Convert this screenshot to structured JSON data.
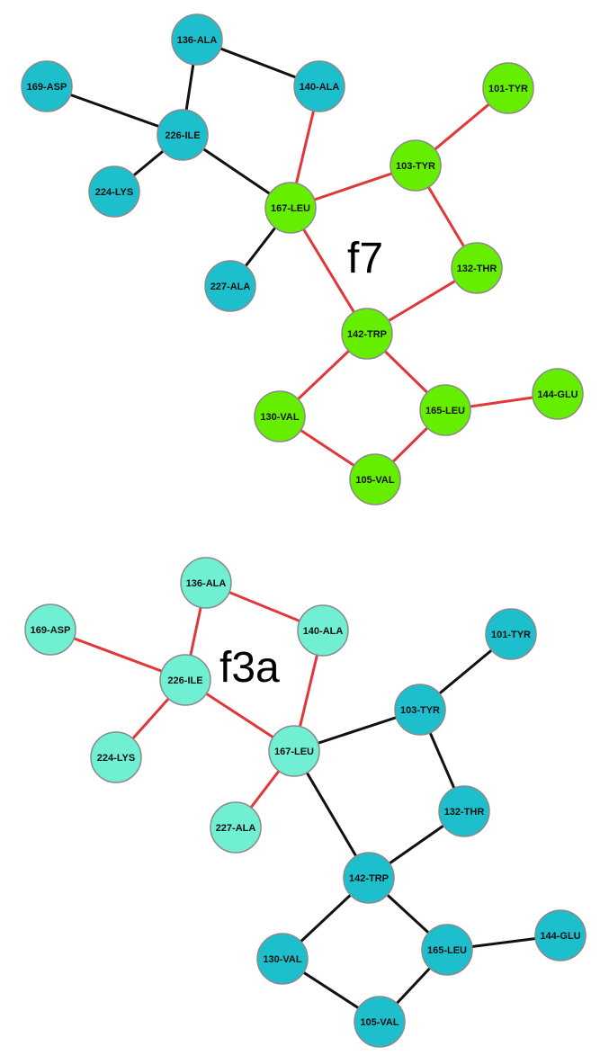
{
  "colors": {
    "teal": "#1ebfcd",
    "green": "#66ee00",
    "aqua": "#70efd3",
    "red_edge": "#e03838",
    "black_edge": "#111111",
    "node_stroke": "#8a8a8a"
  },
  "panels": [
    {
      "label": "f7",
      "nodes": [
        {
          "id": "136-ALA",
          "label": "136-ALA",
          "color": "teal"
        },
        {
          "id": "169-ASP",
          "label": "169-ASP",
          "color": "teal"
        },
        {
          "id": "226-ILE",
          "label": "226-ILE",
          "color": "teal"
        },
        {
          "id": "140-ALA",
          "label": "140-ALA",
          "color": "teal"
        },
        {
          "id": "224-LYS",
          "label": "224-LYS",
          "color": "teal"
        },
        {
          "id": "227-ALA",
          "label": "227-ALA",
          "color": "teal"
        },
        {
          "id": "101-TYR",
          "label": "101-TYR",
          "color": "green"
        },
        {
          "id": "103-TYR",
          "label": "103-TYR",
          "color": "green"
        },
        {
          "id": "167-LEU",
          "label": "167-LEU",
          "color": "green"
        },
        {
          "id": "132-THR",
          "label": "132-THR",
          "color": "green"
        },
        {
          "id": "142-TRP",
          "label": "142-TRP",
          "color": "green"
        },
        {
          "id": "130-VAL",
          "label": "130-VAL",
          "color": "green"
        },
        {
          "id": "165-LEU",
          "label": "165-LEU",
          "color": "green"
        },
        {
          "id": "144-GLU",
          "label": "144-GLU",
          "color": "green"
        },
        {
          "id": "105-VAL",
          "label": "105-VAL",
          "color": "green"
        }
      ],
      "edges": [
        {
          "source": "136-ALA",
          "target": "140-ALA",
          "color": "black_edge"
        },
        {
          "source": "136-ALA",
          "target": "226-ILE",
          "color": "black_edge"
        },
        {
          "source": "169-ASP",
          "target": "226-ILE",
          "color": "black_edge"
        },
        {
          "source": "226-ILE",
          "target": "224-LYS",
          "color": "black_edge"
        },
        {
          "source": "226-ILE",
          "target": "167-LEU",
          "color": "black_edge"
        },
        {
          "source": "227-ALA",
          "target": "167-LEU",
          "color": "black_edge"
        },
        {
          "source": "140-ALA",
          "target": "167-LEU",
          "color": "red_edge"
        },
        {
          "source": "167-LEU",
          "target": "103-TYR",
          "color": "red_edge"
        },
        {
          "source": "103-TYR",
          "target": "101-TYR",
          "color": "red_edge"
        },
        {
          "source": "103-TYR",
          "target": "132-THR",
          "color": "red_edge"
        },
        {
          "source": "167-LEU",
          "target": "142-TRP",
          "color": "red_edge"
        },
        {
          "source": "132-THR",
          "target": "142-TRP",
          "color": "red_edge"
        },
        {
          "source": "142-TRP",
          "target": "130-VAL",
          "color": "red_edge"
        },
        {
          "source": "142-TRP",
          "target": "165-LEU",
          "color": "red_edge"
        },
        {
          "source": "130-VAL",
          "target": "105-VAL",
          "color": "red_edge"
        },
        {
          "source": "105-VAL",
          "target": "165-LEU",
          "color": "red_edge"
        },
        {
          "source": "165-LEU",
          "target": "144-GLU",
          "color": "red_edge"
        }
      ]
    },
    {
      "label": "f3a",
      "nodes": [
        {
          "id": "136-ALA",
          "label": "136-ALA",
          "color": "aqua"
        },
        {
          "id": "169-ASP",
          "label": "169-ASP",
          "color": "aqua"
        },
        {
          "id": "226-ILE",
          "label": "226-ILE",
          "color": "aqua"
        },
        {
          "id": "140-ALA",
          "label": "140-ALA",
          "color": "aqua"
        },
        {
          "id": "224-LYS",
          "label": "224-LYS",
          "color": "aqua"
        },
        {
          "id": "227-ALA",
          "label": "227-ALA",
          "color": "aqua"
        },
        {
          "id": "167-LEU",
          "label": "167-LEU",
          "color": "aqua"
        },
        {
          "id": "101-TYR",
          "label": "101-TYR",
          "color": "teal"
        },
        {
          "id": "103-TYR",
          "label": "103-TYR",
          "color": "teal"
        },
        {
          "id": "132-THR",
          "label": "132-THR",
          "color": "teal"
        },
        {
          "id": "142-TRP",
          "label": "142-TRP",
          "color": "teal"
        },
        {
          "id": "130-VAL",
          "label": "130-VAL",
          "color": "teal"
        },
        {
          "id": "165-LEU",
          "label": "165-LEU",
          "color": "teal"
        },
        {
          "id": "144-GLU",
          "label": "144-GLU",
          "color": "teal"
        },
        {
          "id": "105-VAL",
          "label": "105-VAL",
          "color": "teal"
        }
      ],
      "edges": [
        {
          "source": "136-ALA",
          "target": "140-ALA",
          "color": "red_edge"
        },
        {
          "source": "136-ALA",
          "target": "226-ILE",
          "color": "red_edge"
        },
        {
          "source": "169-ASP",
          "target": "226-ILE",
          "color": "red_edge"
        },
        {
          "source": "226-ILE",
          "target": "224-LYS",
          "color": "red_edge"
        },
        {
          "source": "226-ILE",
          "target": "167-LEU",
          "color": "red_edge"
        },
        {
          "source": "227-ALA",
          "target": "167-LEU",
          "color": "red_edge"
        },
        {
          "source": "140-ALA",
          "target": "167-LEU",
          "color": "red_edge"
        },
        {
          "source": "167-LEU",
          "target": "103-TYR",
          "color": "black_edge"
        },
        {
          "source": "103-TYR",
          "target": "101-TYR",
          "color": "black_edge"
        },
        {
          "source": "103-TYR",
          "target": "132-THR",
          "color": "black_edge"
        },
        {
          "source": "167-LEU",
          "target": "142-TRP",
          "color": "black_edge"
        },
        {
          "source": "132-THR",
          "target": "142-TRP",
          "color": "black_edge"
        },
        {
          "source": "142-TRP",
          "target": "130-VAL",
          "color": "black_edge"
        },
        {
          "source": "142-TRP",
          "target": "165-LEU",
          "color": "black_edge"
        },
        {
          "source": "130-VAL",
          "target": "105-VAL",
          "color": "black_edge"
        },
        {
          "source": "105-VAL",
          "target": "165-LEU",
          "color": "black_edge"
        },
        {
          "source": "165-LEU",
          "target": "144-GLU",
          "color": "black_edge"
        }
      ]
    }
  ]
}
